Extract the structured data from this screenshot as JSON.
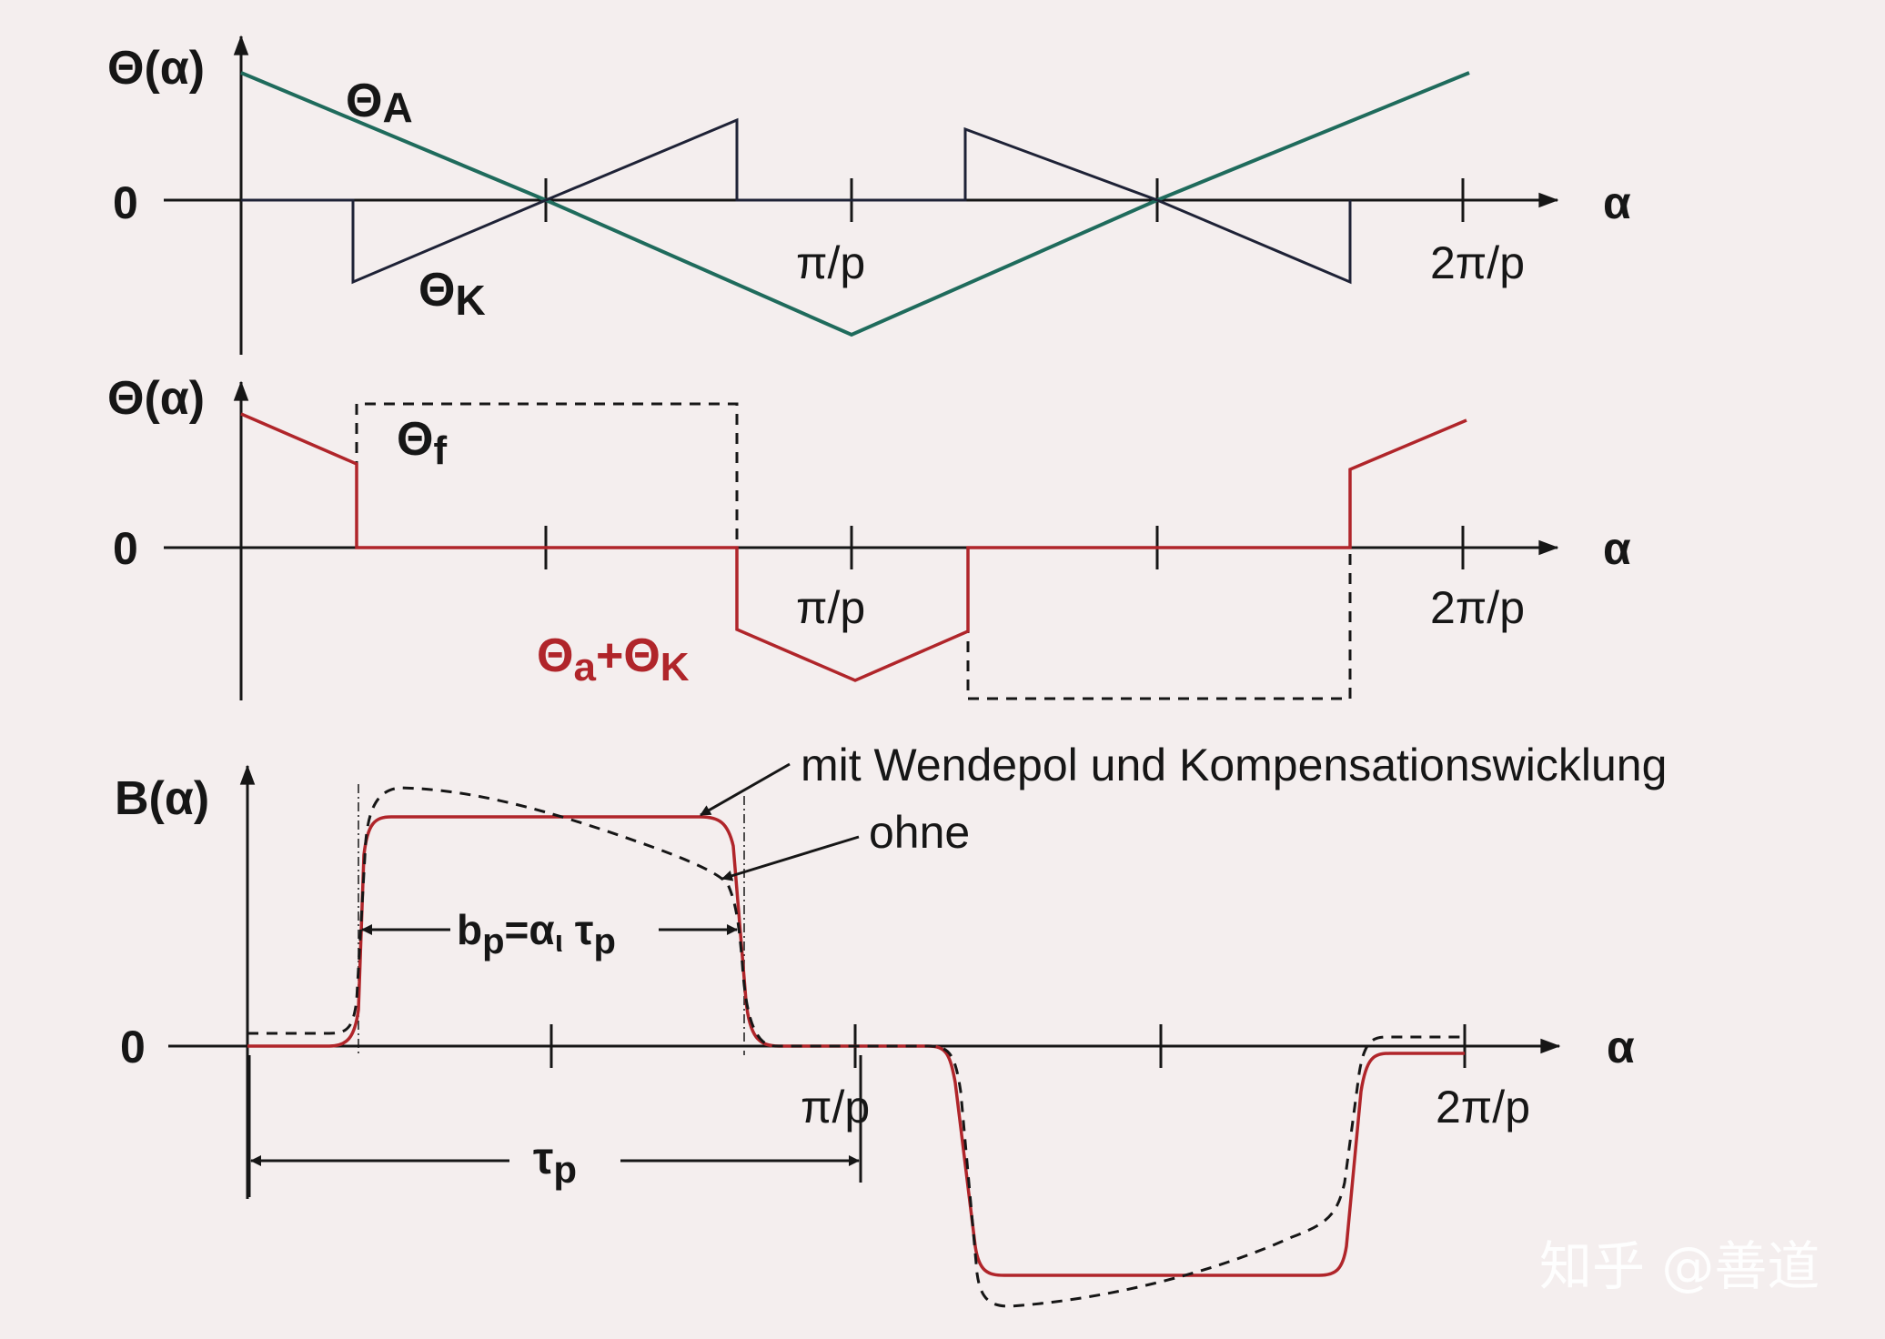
{
  "colors": {
    "background": "#f4eeee",
    "ink": "#161616",
    "red": "#b0252a",
    "teal": "#1f6b5c",
    "watermark": "#ffffff"
  },
  "panel1": {
    "y_label": "Θ(α)",
    "zero": "0",
    "x_label": "α",
    "tick_pi": "π/p",
    "tick_2pi": "2π/p",
    "theta_A": {
      "base": "Θ",
      "sub": "A"
    },
    "theta_K": {
      "base": "Θ",
      "sub": "K"
    }
  },
  "panel2": {
    "y_label": "Θ(α)",
    "zero": "0",
    "x_label": "α",
    "tick_pi": "π/p",
    "tick_2pi": "2π/p",
    "theta_f": {
      "base": "Θ",
      "sub": "f"
    },
    "theta_aK": {
      "base1": "Θ",
      "sub1": "a",
      "plus": "+",
      "base2": "Θ",
      "sub2": "K"
    }
  },
  "panel3": {
    "y_label": "B(α)",
    "zero": "0",
    "x_label": "α",
    "tick_pi": "π/p",
    "tick_2pi": "2π/p",
    "annotation_with": "mit Wendepol und Kompensationswicklung",
    "annotation_without": "ohne",
    "bp": {
      "b": "b",
      "b_sub": "p",
      "eq": "=α",
      "alpha_sub": "ι",
      "tau": " τ",
      "tau_sub": "p"
    },
    "tau_p": {
      "tau": "τ",
      "sub": "p"
    }
  },
  "watermark": "知乎 @善道"
}
